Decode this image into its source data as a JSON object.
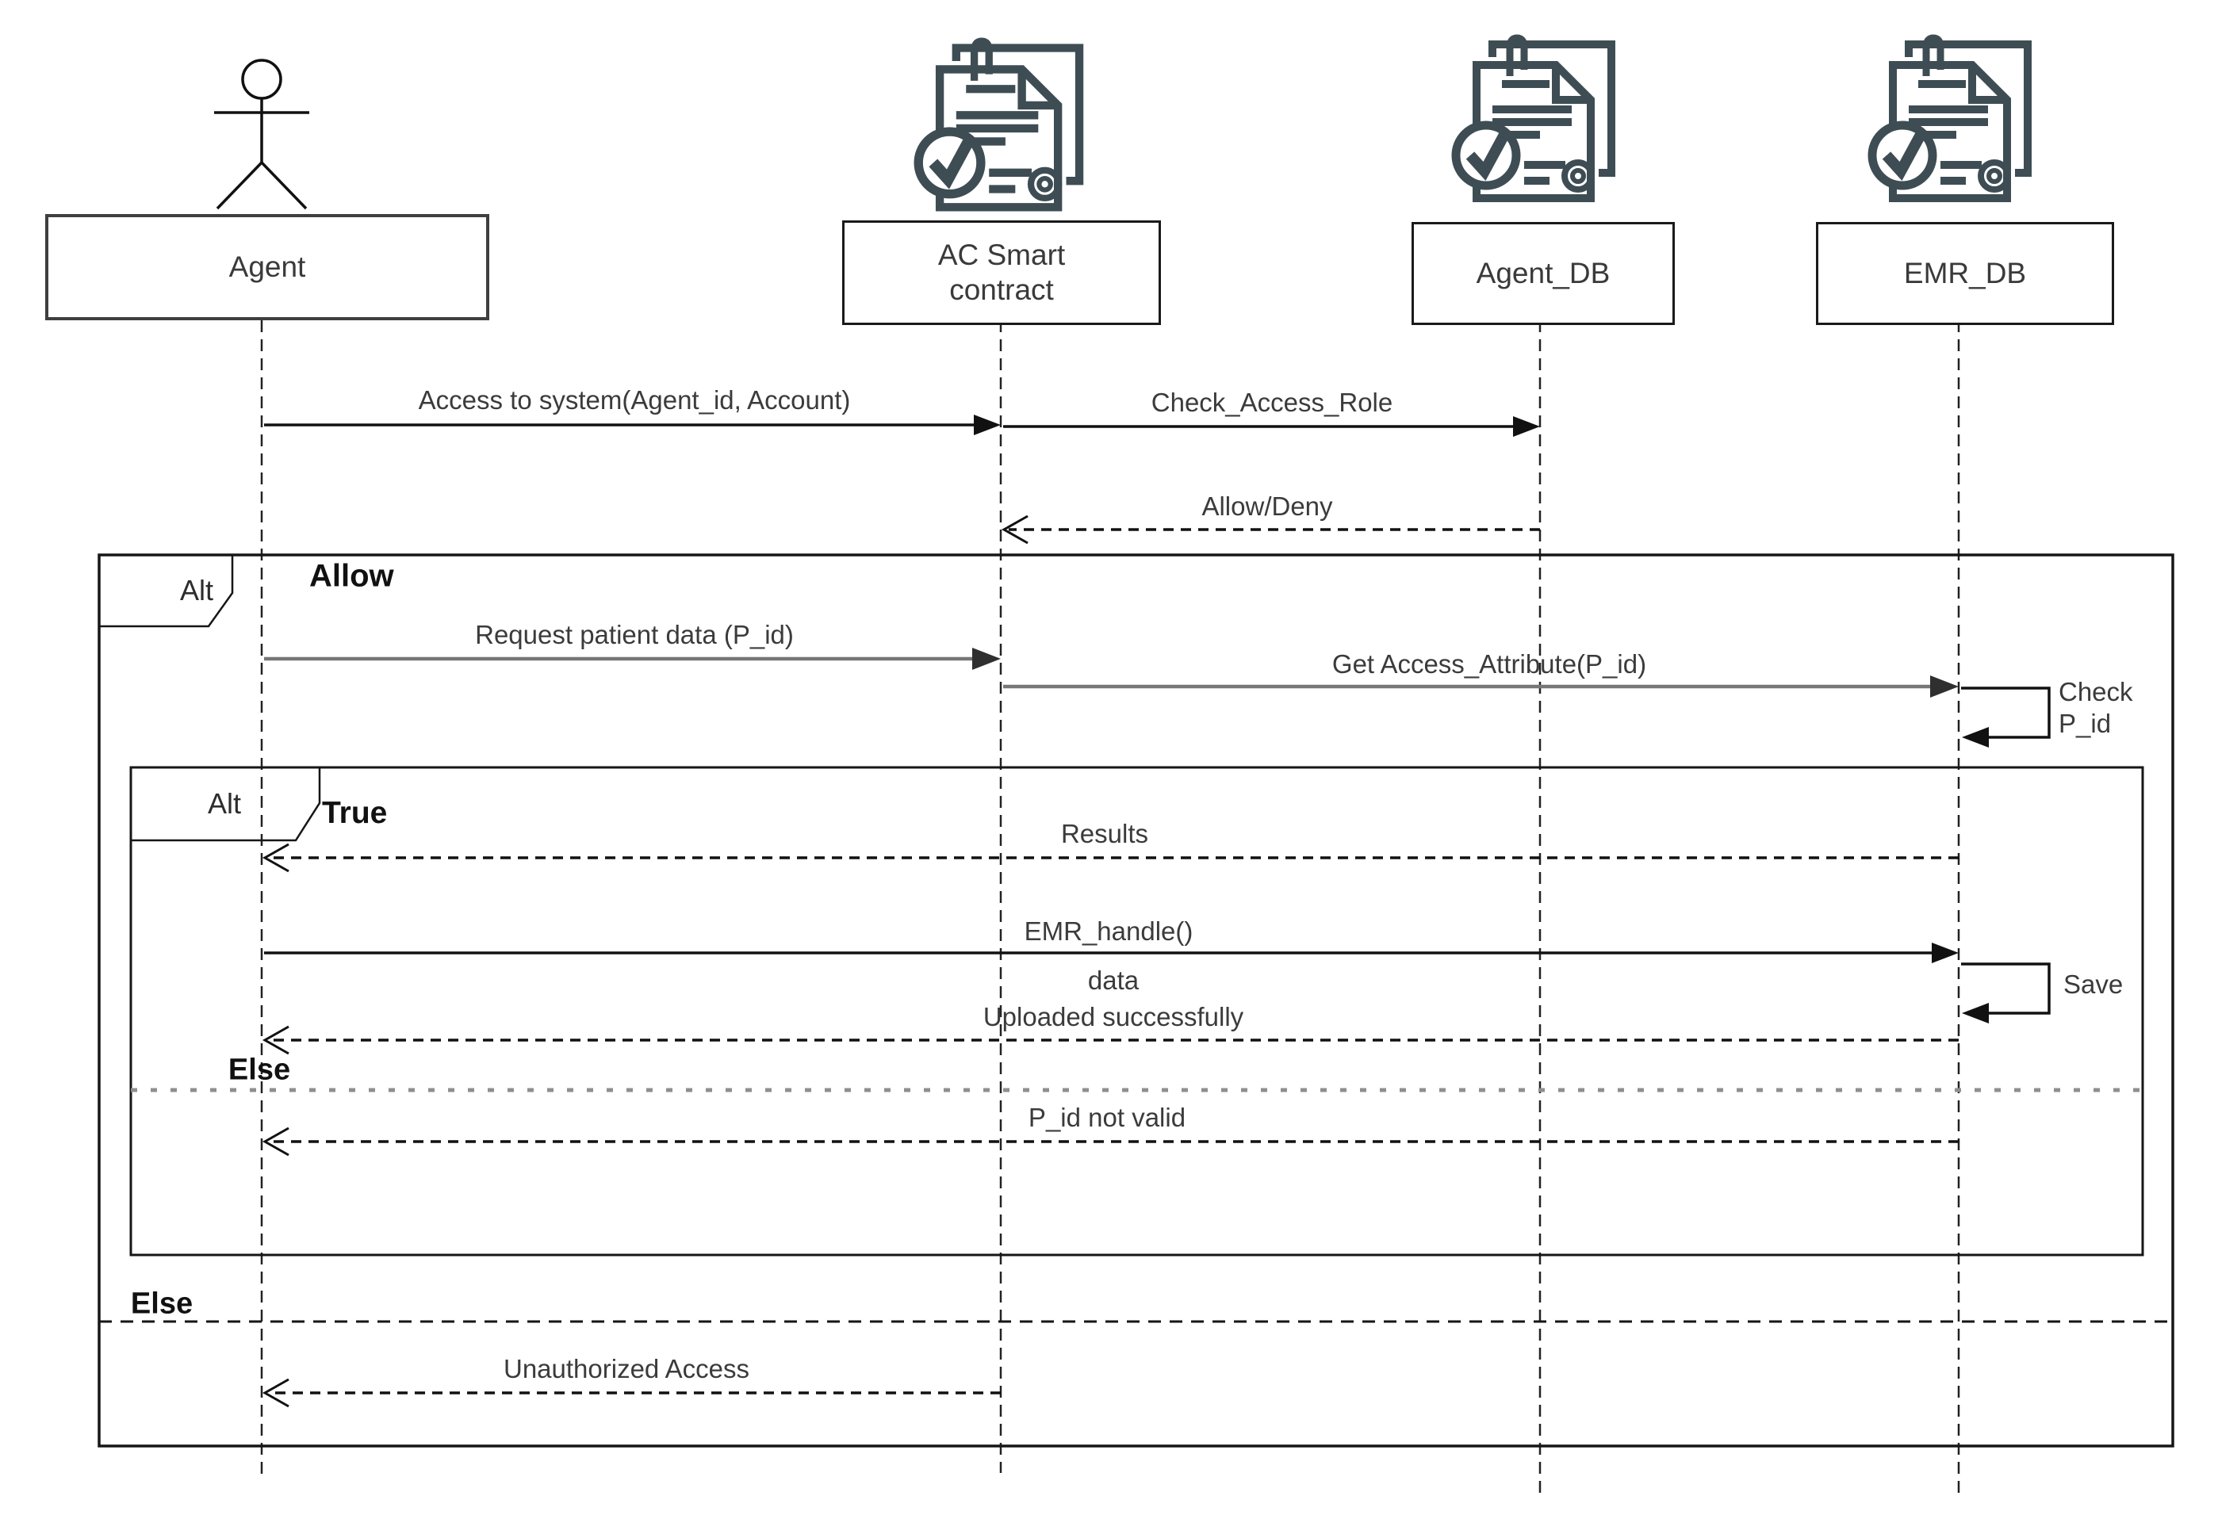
{
  "diagram": {
    "kind": "uml-sequence-diagram",
    "background": "#ffffff",
    "icon_color": "#3e4d54",
    "gray_arrow_color": "#777777",
    "black_line_color": "#111111",
    "inner_divider_color": "#8f8f8f"
  },
  "participants": [
    {
      "id": "agent",
      "label": "Agent",
      "kind": "actor"
    },
    {
      "id": "ac",
      "label": "AC Smart contract",
      "kind": "contract-document"
    },
    {
      "id": "agent_db",
      "label": "Agent_DB",
      "kind": "contract-document"
    },
    {
      "id": "emr_db",
      "label": "EMR_DB",
      "kind": "contract-document"
    }
  ],
  "messages": {
    "access_to_system": {
      "label": "Access to system(Agent_id, Account)",
      "from": "Agent",
      "to": "AC Smart contract",
      "style": "solid"
    },
    "check_access_role": {
      "label": "Check_Access_Role",
      "from": "AC Smart contract",
      "to": "Agent_DB",
      "style": "solid"
    },
    "allow_deny": {
      "label": "Allow/Deny",
      "from": "Agent_DB",
      "to": "AC Smart contract",
      "style": "dashed-return"
    },
    "request_patient_data": {
      "label": "Request patient data (P_id)",
      "from": "Agent",
      "to": "AC Smart contract",
      "style": "solid-gray"
    },
    "get_access_attribute": {
      "label": "Get Access_Attribute(P_id)",
      "from": "AC Smart contract",
      "to": "EMR_DB",
      "style": "solid-gray"
    },
    "check_p_id": {
      "line1": "Check",
      "line2": "P_id",
      "from": "EMR_DB",
      "to": "EMR_DB",
      "style": "self"
    },
    "results": {
      "label": "Results",
      "from": "EMR_DB",
      "to": "Agent",
      "style": "dashed-return"
    },
    "emr_handle": {
      "label": "EMR_handle()",
      "from": "Agent",
      "to": "EMR_DB",
      "style": "solid"
    },
    "save": {
      "label": "Save",
      "from": "EMR_DB",
      "to": "EMR_DB",
      "style": "self"
    },
    "data_uploaded": {
      "line1": "data",
      "line2": "Uploaded successfully",
      "from": "EMR_DB",
      "to": "Agent",
      "style": "dashed-return"
    },
    "p_id_not_valid": {
      "label": "P_id not valid",
      "from": "EMR_DB",
      "to": "Agent",
      "style": "dashed-return"
    },
    "unauthorized_access": {
      "label": "Unauthorized Access",
      "from": "AC Smart contract",
      "to": "Agent",
      "style": "dashed-return"
    }
  },
  "fragments": {
    "outer": {
      "operator": "Alt",
      "guard": "Allow",
      "else_label": "Else"
    },
    "inner": {
      "operator": "Alt",
      "guard": "True",
      "else_label": "Else"
    }
  }
}
